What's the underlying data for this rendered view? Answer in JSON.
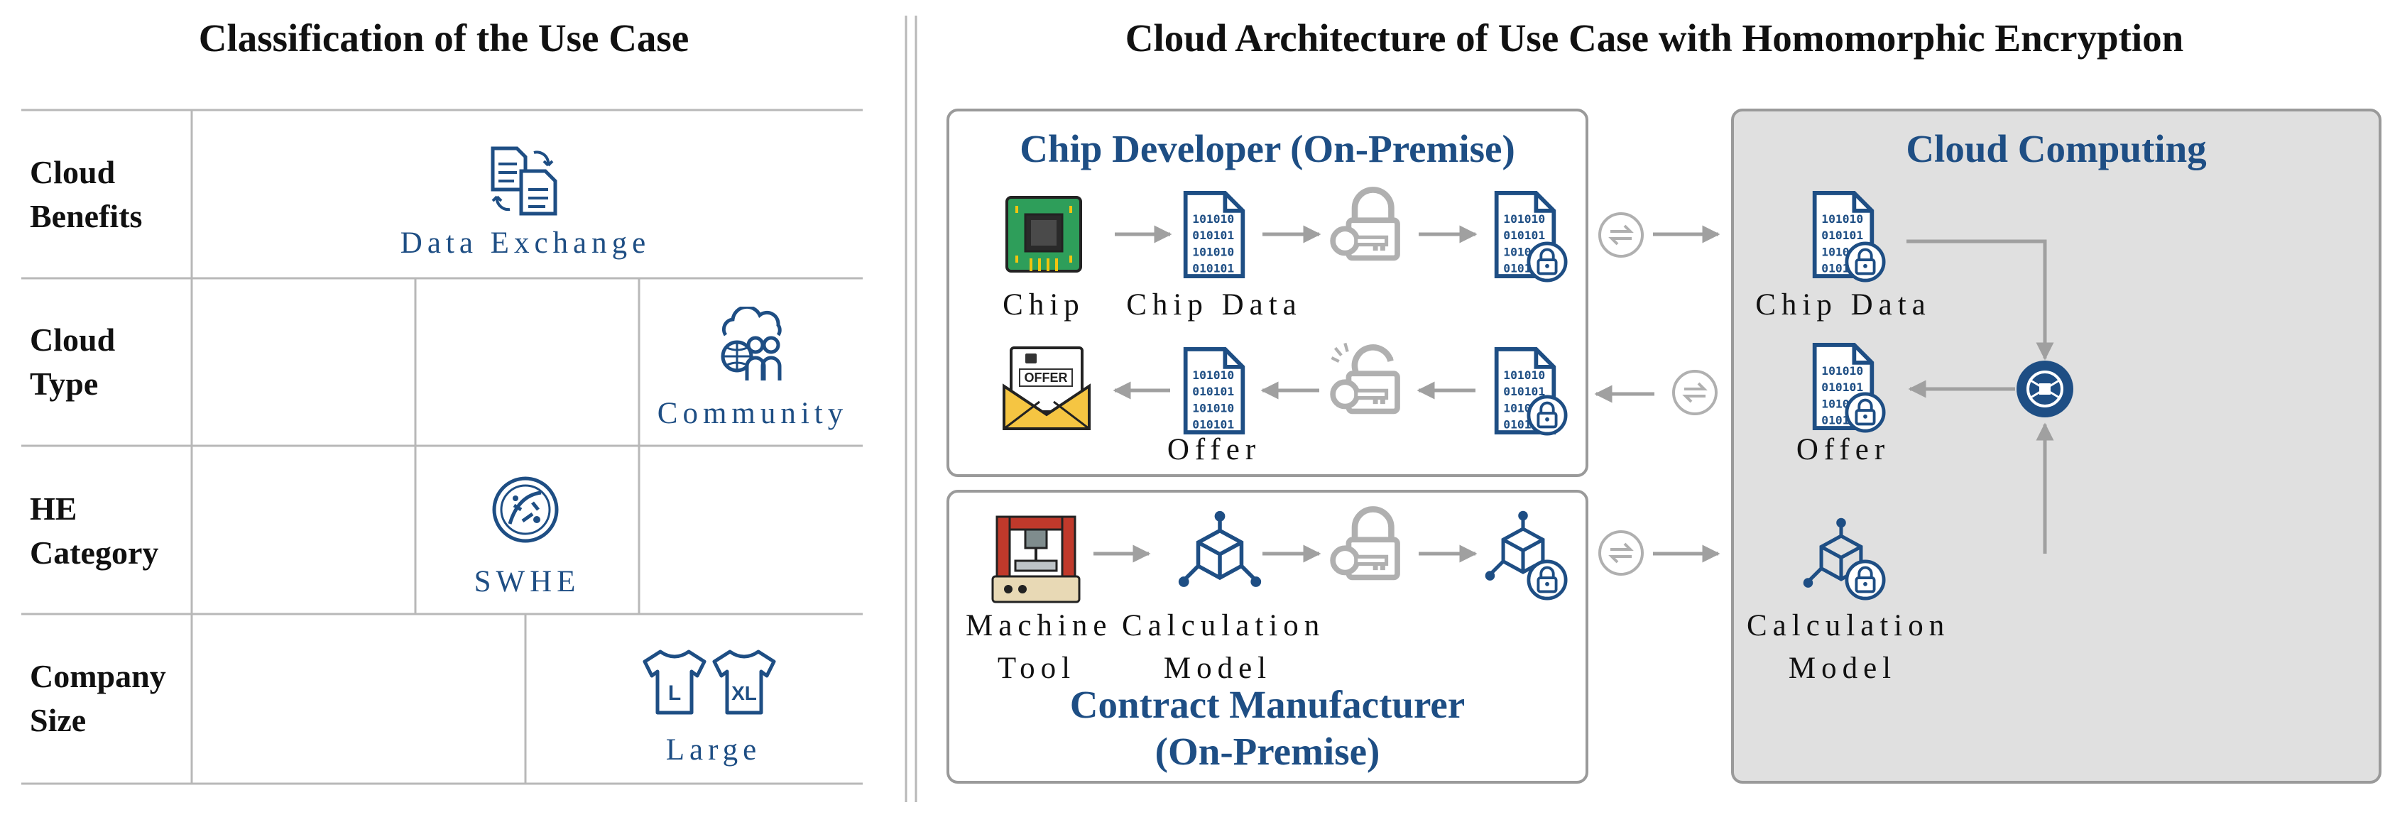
{
  "left": {
    "title": "Classification of the Use Case",
    "rows": [
      {
        "label_line1": "Cloud",
        "label_line2": "Benefits",
        "value": "Data Exchange",
        "icon": "data-exchange-icon"
      },
      {
        "label_line1": "Cloud",
        "label_line2": "Type",
        "value": "Community",
        "icon": "community-icon"
      },
      {
        "label_line1": "HE",
        "label_line2": "Category",
        "value": "SWHE",
        "icon": "swhe-icon"
      },
      {
        "label_line1": "Company",
        "label_line2": "Size",
        "value": "Large",
        "icon": "tshirt-size-icon"
      }
    ]
  },
  "right": {
    "title": "Cloud Architecture of Use Case with Homomorphic Encryption",
    "chip_developer": {
      "title": "Chip Developer (On-Premise)",
      "chip_label": "Chip",
      "chip_data_label": "Chip Data",
      "offer_label": "Offer"
    },
    "contract_manufacturer": {
      "title_line1": "Contract Manufacturer",
      "title_line2": "(On-Premise)",
      "machine_label_line1": "Machine",
      "machine_label_line2": "Tool",
      "calc_label_line1": "Calculation",
      "calc_label_line2": "Model"
    },
    "cloud": {
      "title": "Cloud Computing",
      "chip_data_label": "Chip Data",
      "offer_label": "Offer",
      "calc_label_line1": "Calculation",
      "calc_label_line2": "Model"
    },
    "icons": {
      "offer_text": "OFFER",
      "size_l": "L",
      "size_xl": "XL"
    }
  }
}
